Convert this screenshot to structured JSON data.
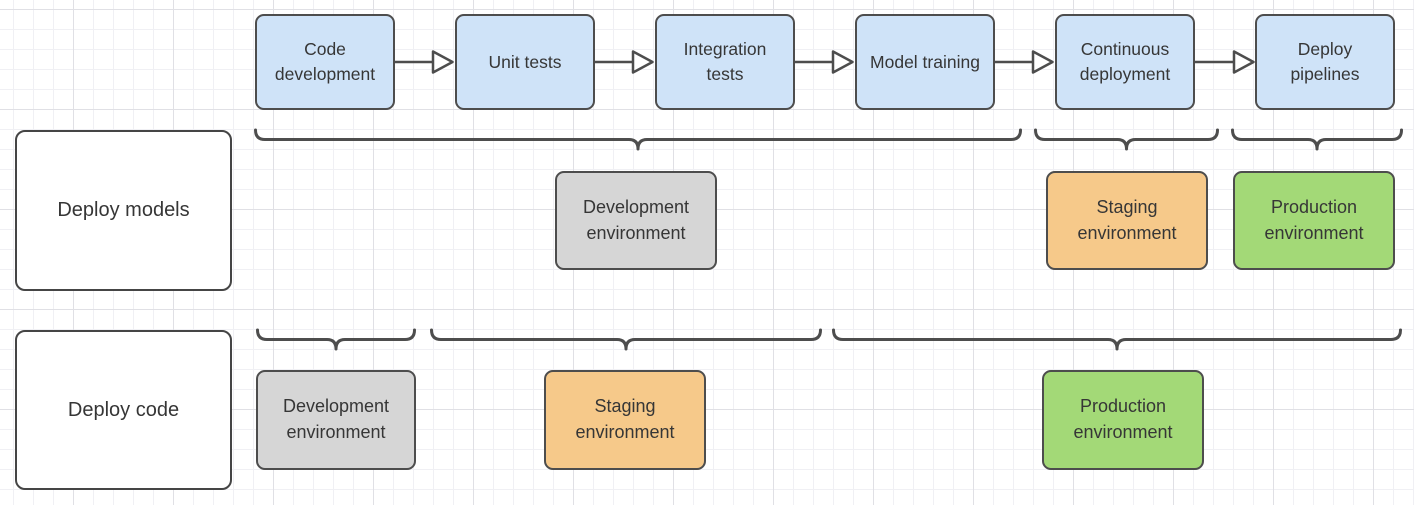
{
  "flow": {
    "nodes": [
      {
        "label": "Code development"
      },
      {
        "label": "Unit tests"
      },
      {
        "label": "Integration tests"
      },
      {
        "label": "Model training"
      },
      {
        "label": "Continuous deployment"
      },
      {
        "label": "Deploy pipelines"
      }
    ]
  },
  "rows": {
    "models": {
      "label": "Deploy models",
      "envs": [
        {
          "label": "Development environment",
          "tone": "gray"
        },
        {
          "label": "Staging environment",
          "tone": "orange"
        },
        {
          "label": "Production environment",
          "tone": "green"
        }
      ]
    },
    "code": {
      "label": "Deploy code",
      "envs": [
        {
          "label": "Development environment",
          "tone": "gray"
        },
        {
          "label": "Staging environment",
          "tone": "orange"
        },
        {
          "label": "Production environment",
          "tone": "green"
        }
      ]
    }
  },
  "colors": {
    "flow_fill": "#cfe3f8",
    "gray_fill": "#d6d6d6",
    "orange_fill": "#f6c98a",
    "green_fill": "#a3d977",
    "stroke": "#4d4d4d"
  }
}
